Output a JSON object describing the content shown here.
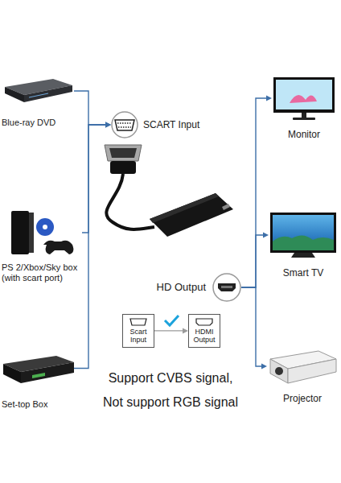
{
  "diagram": {
    "nodes": [
      {
        "text": [
          "Blue-ray DVD"
        ]
      },
      {
        "text": [
          "PS 2/Xbox/Sky box (with scart port)"
        ]
      },
      {
        "text": [
          "Set-top Box"
        ]
      },
      {
        "text": [
          "SCART Input"
        ]
      },
      {
        "text": [
          "HD Output"
        ]
      },
      {
        "text": [
          "Scart Input"
        ]
      },
      {
        "text": [
          "HDMI Output"
        ]
      },
      {
        "text": [
          "Monitor"
        ]
      },
      {
        "text": [
          "Smart TV"
        ]
      },
      {
        "text": [
          "Projector"
        ]
      }
    ],
    "edges": [
      {
        "from": 0,
        "to": 3,
        "arrow": "to"
      },
      {
        "from": 1,
        "to": 3,
        "arrow": "to"
      },
      {
        "from": 2,
        "to": 3,
        "arrow": "to"
      },
      {
        "from": 4,
        "to": 7,
        "arrow": "to"
      },
      {
        "from": 4,
        "to": 8,
        "arrow": "to"
      },
      {
        "from": 4,
        "to": 9,
        "arrow": "to"
      },
      {
        "from": 5,
        "to": 6,
        "arrow": "to"
      }
    ],
    "labels": [
      "Support CVBS signal, Not support RGB signal"
    ]
  }
}
